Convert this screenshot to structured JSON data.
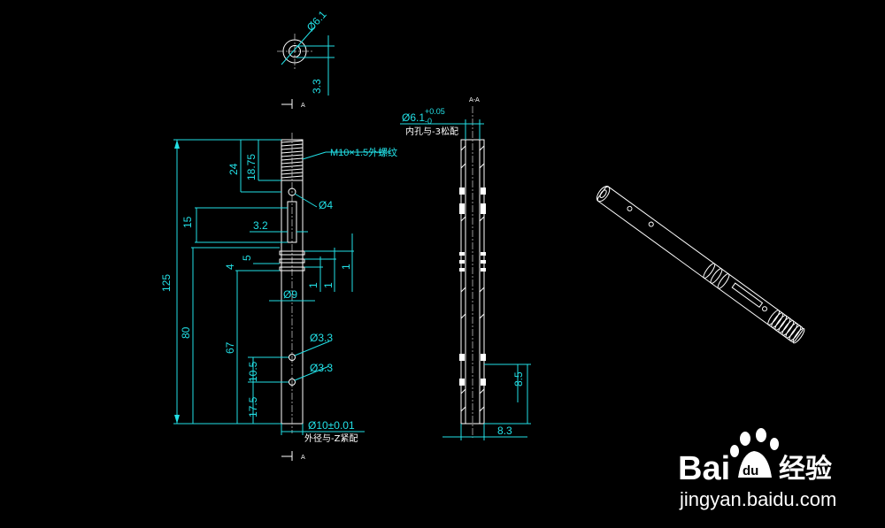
{
  "drawing": {
    "top_view": {
      "dim_diameter": "Ø6.1",
      "dim_offset": "3.3"
    },
    "section_marks": {
      "top_label": "A",
      "bottom_label": "A",
      "section_title": "A-A"
    },
    "front_view": {
      "thread_note": "M10×1.5外螺纹",
      "hole_top": "Ø4",
      "overall_length": "125",
      "dim_24": "24",
      "dim_18_75": "18.75",
      "dim_15": "15",
      "dim_3_2": "3.2",
      "dim_5": "5",
      "dim_4": "4",
      "dim_1a": "1",
      "dim_1b": "1",
      "dim_1c": "1",
      "dim_groove_dia": "Ø9",
      "dim_80": "80",
      "dim_67": "67",
      "hole_mid": "Ø3.3",
      "hole_low": "Ø3.3",
      "dim_10_5": "10.5",
      "dim_17_5": "17.5",
      "outer_dia": "Ø10±0.01",
      "outer_note": "外径与-Z紧配"
    },
    "section_view": {
      "bore_dia": "Ø6.1",
      "tol_upper": "+0.05",
      "tol_lower": "-0",
      "bore_note": "内孔与-3松配",
      "dim_8_5": "8.5",
      "dim_8_3": "8.3"
    }
  },
  "watermark": {
    "brand_left": "Bai",
    "brand_right": "经验",
    "url": "jingyan.baidu.com"
  },
  "colors": {
    "background": "#000000",
    "dimension": "#22e0e6",
    "geometry": "#ffffff"
  }
}
